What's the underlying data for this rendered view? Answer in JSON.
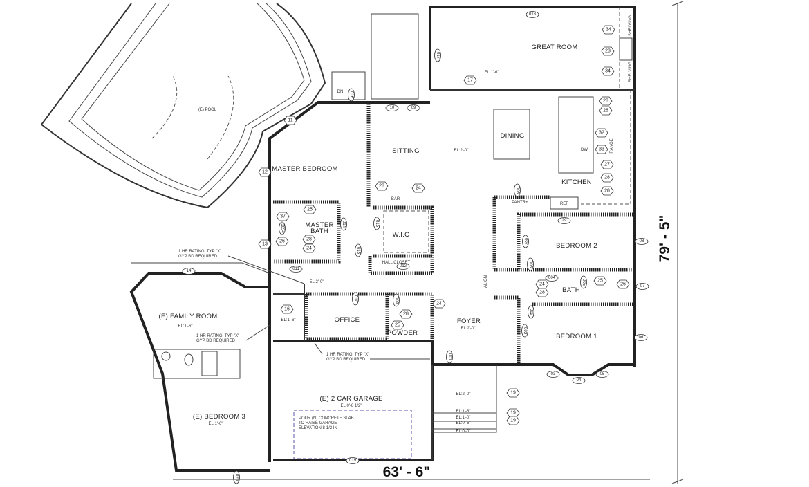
{
  "rooms": {
    "great_room": "GREAT ROOM",
    "dining": "DINING",
    "kitchen": "KITCHEN",
    "sitting": "SITTING",
    "master_bedroom": "MASTER BEDROOM",
    "master_bath_1": "MASTER",
    "master_bath_2": "BATH",
    "wic": "W.I.C",
    "hall_closet": "HALL CLOSET",
    "bar": "BAR",
    "pantry": "PANTRY",
    "ref": "REF",
    "bedroom2": "BEDROOM 2",
    "bedroom1": "BEDROOM 1",
    "bath": "BATH",
    "foyer": "FOYER",
    "office": "OFFICE",
    "powder": "POWDER",
    "garage": "(E) 2 CAR GARAGE",
    "family_room": "(E) FAMILY ROOM",
    "bedroom3": "(E) BEDROOM 3",
    "pool": "(E) POOL",
    "shelving": "SHELVING",
    "range": "RANGE",
    "dw": "DW",
    "dn": "DN",
    "align": "ALIGN"
  },
  "elevations": {
    "great_room": "EL:1'-6\"",
    "main": "EL:2'-0\"",
    "foyer": "EL:2'-0\"",
    "hall": "EL:2'-0\"",
    "laundry": "EL:1'-6\"",
    "garage": "EL:0'-8 1/2\"",
    "family_room": "EL:1'-6\"",
    "bedroom3": "EL:1'-6\"",
    "porch": "EL:2'-0\"",
    "step1": "EL:1'-6\"",
    "step2": "EL:1'-0\"",
    "step3": "EL:0'-6\"",
    "grade": "EL:0'-0\""
  },
  "notes": {
    "rating_a1": "1 HR RATING, TYP \"X\"",
    "rating_a2": "GYP BD REQUIRED",
    "rating_b1": "1 HR RATING, TYP \"X\"",
    "rating_b2": "GYP BD REQUIRED",
    "rating_c1": "1 HR RATING, TYP \"X\"",
    "rating_c2": "GYP BD REQUIRED",
    "slab1": "POUR (N) CONCRETE SLAB",
    "slab2": "TO RAISE GARAGE",
    "slab3": "ELEVATION 8-1/2 IN"
  },
  "dimensions": {
    "width": "63' - 6\"",
    "depth": "79' - 5\""
  },
  "keynotes": [
    "34",
    "23",
    "34",
    "17",
    "28",
    "28",
    "32",
    "33",
    "27",
    "28",
    "28",
    "28",
    "24",
    "25",
    "37",
    "26",
    "28",
    "24",
    "13",
    "12",
    "11",
    "16",
    "24",
    "28",
    "25",
    "24",
    "28",
    "25",
    "26",
    "19",
    "19",
    "19"
  ],
  "door_window_tags": [
    "018",
    "017",
    "016",
    "10",
    "09",
    "14",
    "015",
    "014",
    "013",
    "012",
    "011",
    "010",
    "009",
    "008",
    "007",
    "006",
    "005",
    "004",
    "002",
    "003",
    "001",
    "03",
    "04",
    "05",
    "06",
    "07",
    "08",
    "29",
    "020",
    "019",
    "3054"
  ]
}
